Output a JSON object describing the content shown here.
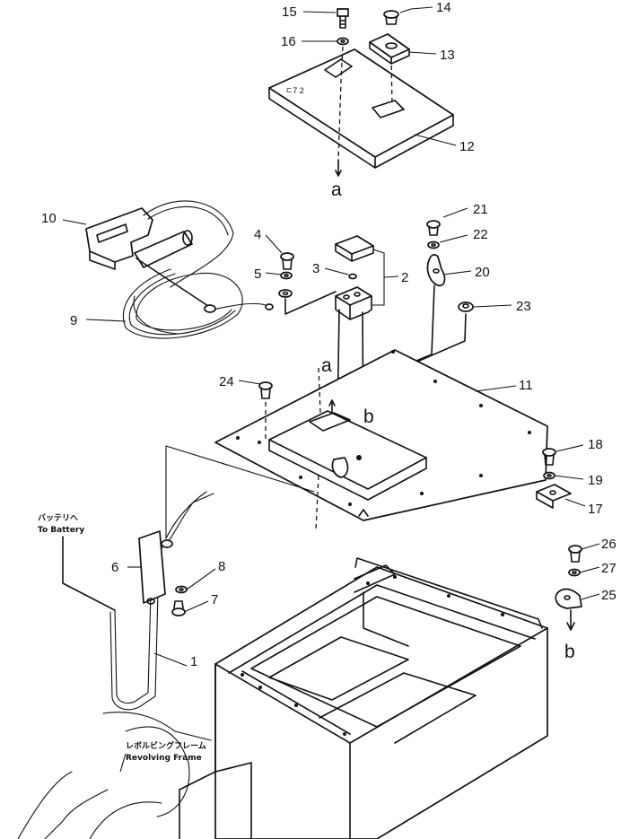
{
  "callouts": [
    "1",
    "2",
    "3",
    "4",
    "5",
    "6",
    "7",
    "8",
    "9",
    "10",
    "11",
    "12",
    "13",
    "14",
    "15",
    "16",
    "17",
    "18",
    "19",
    "20",
    "21",
    "22",
    "23",
    "24",
    "25",
    "26",
    "27"
  ],
  "refs": {
    "a": "a",
    "b": "b"
  },
  "notes": {
    "battery_jp": "バッテリへ",
    "battery_en": "To Battery",
    "frame_jp": "レボルビングフレーム",
    "frame_en": "Revolving Frame"
  }
}
